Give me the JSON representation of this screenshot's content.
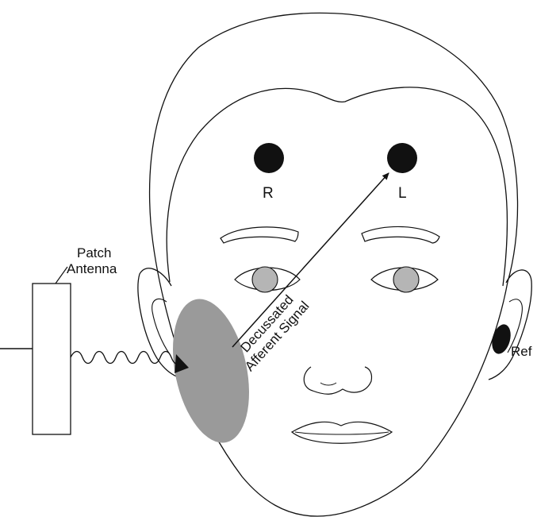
{
  "labels": {
    "patch_line1": "Patch",
    "patch_line2": "Antenna",
    "electrode_r": "R",
    "electrode_l": "L",
    "reference": "Ref",
    "signal_line1": "Decussated",
    "signal_line2": "Afferent Signal"
  },
  "colors": {
    "stroke": "#111111",
    "electrode": "#111111",
    "stimulation_region": "#9a9a9a",
    "iris": "#b5b5b5",
    "background": "#ffffff"
  }
}
